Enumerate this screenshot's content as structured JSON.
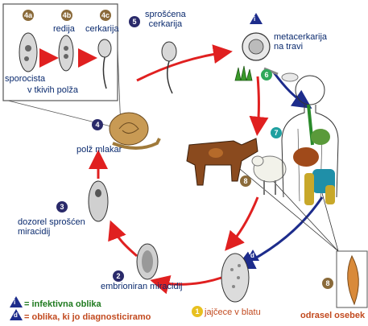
{
  "colors": {
    "stage_badge": "#2a2a6a",
    "stage_badge_alt": "#8a6a3a",
    "infective": "#1f7a1f",
    "diagnostic": "#c24a1f",
    "red_arrow": "#e02020",
    "blue_arrow": "#1d2c8c"
  },
  "snail_box": {
    "badges": [
      "4a",
      "4b",
      "4c"
    ],
    "labels": {
      "sporocista": "sporocista",
      "redija": "redija",
      "cerkarija": "cerkarija",
      "tissue": "v tkivih polža"
    }
  },
  "stages": {
    "s5": {
      "num": "5",
      "label": "sprošćena\ncerkarija"
    },
    "s6": {
      "num": "6",
      "label": "metacerkarija\nna travi"
    },
    "s7": {
      "num": "7"
    },
    "s8a": {
      "num": "8"
    },
    "s8b": {
      "num": "8",
      "label": "odrasel osebek"
    },
    "s4": {
      "num": "4",
      "label": "polž mlakar"
    },
    "s3": {
      "num": "3",
      "label": "dozorel sprošćen\nmiracidij"
    },
    "s2": {
      "num": "2",
      "label": "embrioniran miracidij"
    },
    "s1": {
      "num": "1",
      "label": "jajčece v blatu"
    }
  },
  "legend": {
    "infective_symbol": "i",
    "infective_label": "= infektivna oblika",
    "diagnostic_symbol": "d",
    "diagnostic_label": "= oblika, ki jo diagnosticiramo"
  }
}
